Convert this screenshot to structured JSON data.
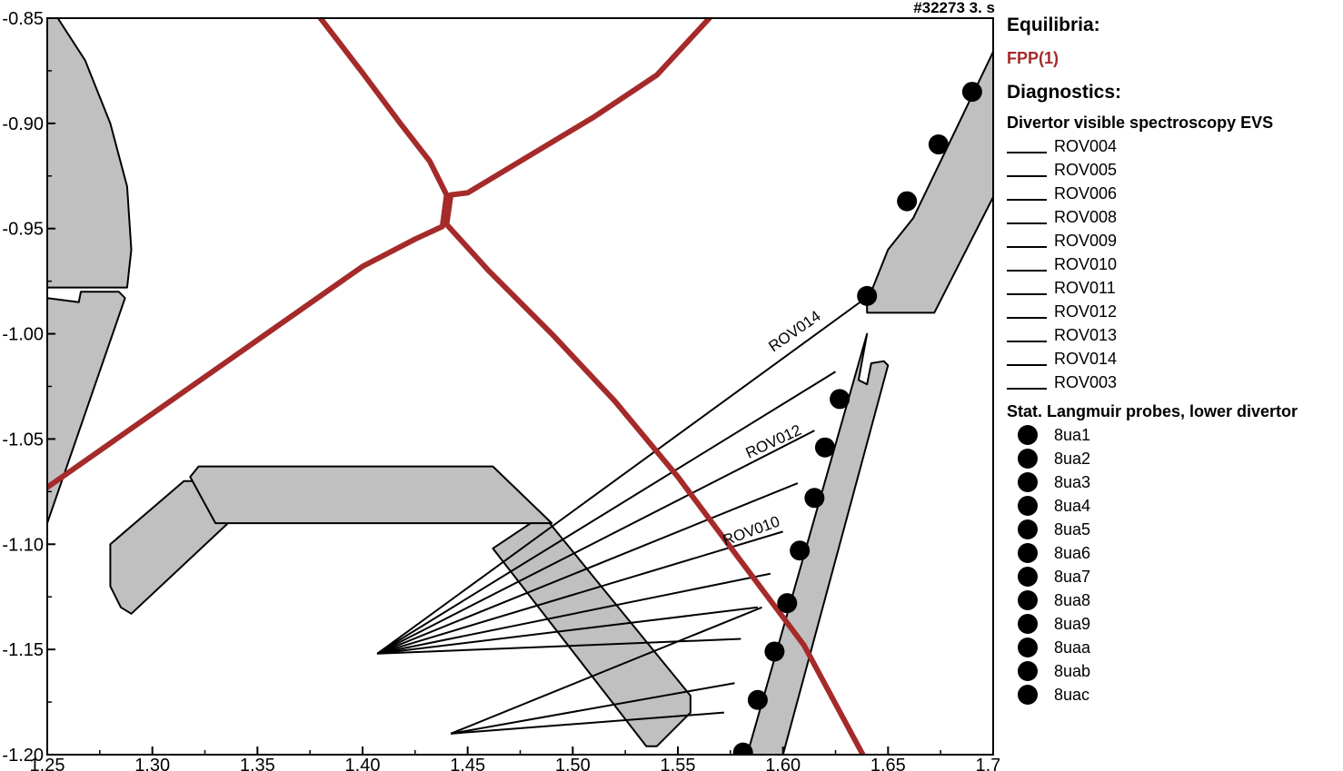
{
  "shot_label": "#32273 3. s",
  "axes": {
    "x_ticks": [
      "1.25",
      "1.30",
      "1.35",
      "1.40",
      "1.45",
      "1.50",
      "1.55",
      "1.60",
      "1.65",
      "1.70"
    ],
    "y_ticks": [
      "-0.85",
      "-0.90",
      "-0.95",
      "-1.00",
      "-1.05",
      "-1.10",
      "-1.15",
      "-1.20"
    ],
    "xlim": [
      1.25,
      1.7
    ],
    "ylim": [
      -1.2,
      -0.85
    ]
  },
  "colors": {
    "equilibrium": "#a52a2a",
    "component": "#c0c0c0",
    "outline": "#000000"
  },
  "legend": {
    "equilibria_title": "Equilibria:",
    "equilibria": [
      "FPP(1)"
    ],
    "diagnostics_title": "Diagnostics:",
    "evs_title": "Divertor visible spectroscopy EVS",
    "evs_channels": [
      "ROV004",
      "ROV005",
      "ROV006",
      "ROV008",
      "ROV009",
      "ROV010",
      "ROV011",
      "ROV012",
      "ROV013",
      "ROV014",
      "ROV003"
    ],
    "probes_title": "Stat. Langmuir probes, lower divertor",
    "probes": [
      "8ua1",
      "8ua2",
      "8ua3",
      "8ua4",
      "8ua5",
      "8ua6",
      "8ua7",
      "8ua8",
      "8ua9",
      "8uaa",
      "8uab",
      "8uac"
    ]
  },
  "los_labels": [
    "ROV014",
    "ROV012",
    "ROV010"
  ],
  "diagram_data": {
    "separatrix_upper_left": [
      [
        1.25,
        -1.073
      ],
      [
        1.3,
        -1.038
      ],
      [
        1.35,
        -1.003
      ],
      [
        1.4,
        -0.968
      ],
      [
        1.425,
        -0.955
      ],
      [
        1.438,
        -0.949
      ],
      [
        1.44,
        -0.934
      ]
    ],
    "separatrix_upper_right": [
      [
        1.442,
        -0.934
      ],
      [
        1.45,
        -0.933
      ],
      [
        1.46,
        -0.927
      ],
      [
        1.48,
        -0.915
      ],
      [
        1.51,
        -0.897
      ],
      [
        1.54,
        -0.877
      ],
      [
        1.565,
        -0.85
      ]
    ],
    "separatrix_lower_left": [
      [
        1.38,
        -0.85
      ],
      [
        1.4,
        -0.876
      ],
      [
        1.418,
        -0.9
      ],
      [
        1.432,
        -0.918
      ],
      [
        1.44,
        -0.934
      ]
    ],
    "separatrix_lower_right": [
      [
        1.442,
        -0.934
      ],
      [
        1.44,
        -0.948
      ],
      [
        1.46,
        -0.97
      ],
      [
        1.49,
        -1.0
      ],
      [
        1.52,
        -1.032
      ],
      [
        1.55,
        -1.068
      ],
      [
        1.58,
        -1.108
      ],
      [
        1.61,
        -1.148
      ],
      [
        1.638,
        -1.2
      ]
    ],
    "components": [
      [
        [
          1.25,
          -0.85
        ],
        [
          1.255,
          -0.85
        ],
        [
          1.268,
          -0.87
        ],
        [
          1.28,
          -0.9
        ],
        [
          1.288,
          -0.93
        ],
        [
          1.29,
          -0.96
        ],
        [
          1.288,
          -0.978
        ],
        [
          1.25,
          -0.978
        ]
      ],
      [
        [
          1.25,
          -0.983
        ],
        [
          1.265,
          -0.985
        ],
        [
          1.266,
          -0.98
        ],
        [
          1.284,
          -0.98
        ],
        [
          1.287,
          -0.983
        ],
        [
          1.25,
          -1.09
        ]
      ],
      [
        [
          1.28,
          -1.1
        ],
        [
          1.315,
          -1.07
        ],
        [
          1.32,
          -1.07
        ],
        [
          1.336,
          -1.09
        ],
        [
          1.29,
          -1.133
        ],
        [
          1.285,
          -1.13
        ],
        [
          1.28,
          -1.12
        ]
      ],
      [
        [
          1.318,
          -1.068
        ],
        [
          1.322,
          -1.063
        ],
        [
          1.462,
          -1.063
        ],
        [
          1.49,
          -1.09
        ],
        [
          1.33,
          -1.09
        ]
      ],
      [
        [
          1.462,
          -1.102
        ],
        [
          1.48,
          -1.09
        ],
        [
          1.489,
          -1.09
        ],
        [
          1.556,
          -1.172
        ],
        [
          1.556,
          -1.18
        ],
        [
          1.54,
          -1.196
        ],
        [
          1.535,
          -1.196
        ]
      ],
      [
        [
          1.64,
          -0.985
        ],
        [
          1.65,
          -0.96
        ],
        [
          1.662,
          -0.945
        ],
        [
          1.7,
          -0.866
        ],
        [
          1.7,
          -0.935
        ],
        [
          1.672,
          -0.99
        ],
        [
          1.64,
          -0.99
        ]
      ],
      [
        [
          1.64,
          -1.0
        ],
        [
          1.636,
          -1.022
        ],
        [
          1.64,
          -1.024
        ],
        [
          1.642,
          -1.014
        ],
        [
          1.648,
          -1.013
        ],
        [
          1.65,
          -1.015
        ],
        [
          1.6,
          -1.2
        ],
        [
          1.583,
          -1.2
        ]
      ]
    ],
    "evs_origins": [
      [
        1.407,
        -1.152
      ],
      [
        1.442,
        -1.19
      ]
    ],
    "evs_lines": [
      [
        [
          1.407,
          -1.152
        ],
        [
          1.638,
          -0.984
        ]
      ],
      [
        [
          1.407,
          -1.152
        ],
        [
          1.625,
          -1.018
        ]
      ],
      [
        [
          1.407,
          -1.152
        ],
        [
          1.615,
          -1.046
        ]
      ],
      [
        [
          1.407,
          -1.152
        ],
        [
          1.607,
          -1.071
        ]
      ],
      [
        [
          1.407,
          -1.152
        ],
        [
          1.6,
          -1.094
        ]
      ],
      [
        [
          1.407,
          -1.152
        ],
        [
          1.594,
          -1.114
        ]
      ],
      [
        [
          1.407,
          -1.152
        ],
        [
          1.588,
          -1.13
        ]
      ],
      [
        [
          1.407,
          -1.152
        ],
        [
          1.58,
          -1.145
        ]
      ],
      [
        [
          1.442,
          -1.19
        ],
        [
          1.577,
          -1.166
        ]
      ],
      [
        [
          1.442,
          -1.19
        ],
        [
          1.59,
          -1.13
        ]
      ],
      [
        [
          1.442,
          -1.19
        ],
        [
          1.572,
          -1.18
        ]
      ]
    ],
    "probes": [
      [
        1.69,
        -0.885
      ],
      [
        1.674,
        -0.91
      ],
      [
        1.659,
        -0.937
      ],
      [
        1.64,
        -0.982
      ],
      [
        1.627,
        -1.031
      ],
      [
        1.62,
        -1.054
      ],
      [
        1.615,
        -1.078
      ],
      [
        1.608,
        -1.103
      ],
      [
        1.602,
        -1.128
      ],
      [
        1.596,
        -1.151
      ],
      [
        1.588,
        -1.174
      ],
      [
        1.581,
        -1.199
      ]
    ]
  }
}
